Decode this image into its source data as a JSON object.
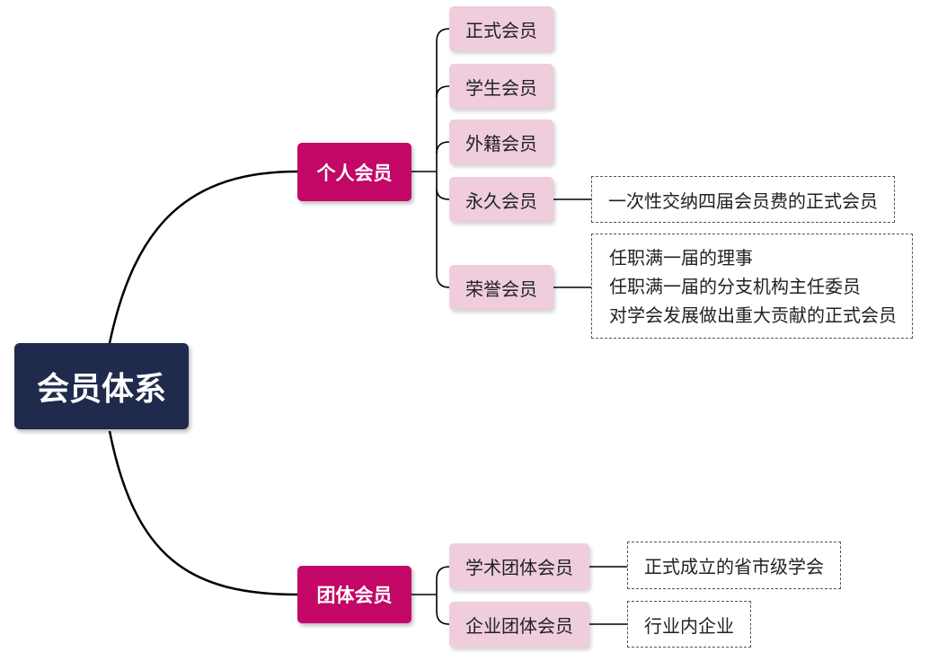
{
  "colors": {
    "root_bg": "#1f2a4d",
    "level1_bg": "#c30766",
    "level2_bg": "#efcddc",
    "line": "#000000"
  },
  "root": {
    "label": "会员体系"
  },
  "individual": {
    "label": "个人会员",
    "children": [
      {
        "label": "正式会员"
      },
      {
        "label": "学生会员"
      },
      {
        "label": "外籍会员"
      },
      {
        "label": "永久会员",
        "note": [
          "一次性交纳四届会员费的正式会员"
        ]
      },
      {
        "label": "荣誉会员",
        "note": [
          "任职满一届的理事",
          "任职满一届的分支机构主任委员",
          "对学会发展做出重大贡献的正式会员"
        ]
      }
    ]
  },
  "group": {
    "label": "团体会员",
    "children": [
      {
        "label": "学术团体会员",
        "note": [
          "正式成立的省市级学会"
        ]
      },
      {
        "label": "企业团体会员",
        "note": [
          "行业内企业"
        ]
      }
    ]
  }
}
